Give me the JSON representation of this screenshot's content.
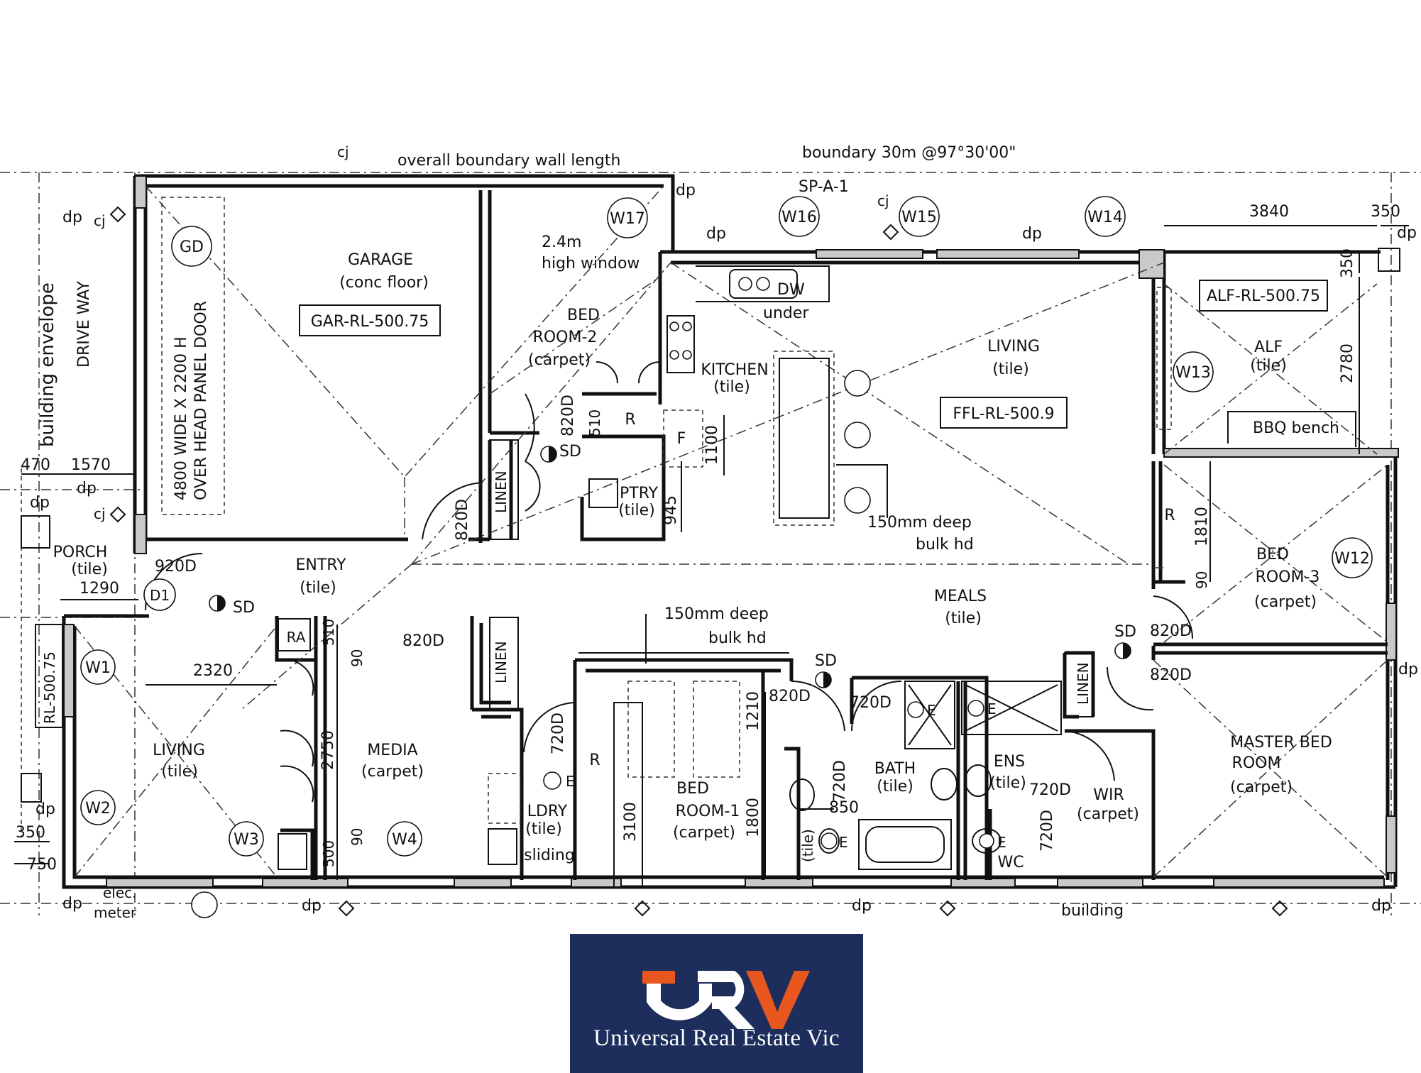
{
  "header": {
    "wall_note": "overall boundary wall length",
    "boundary_note": "boundary 30m @97°30'00\"",
    "sp_label": "SP-A-1",
    "window_note_1": "2.4m",
    "window_note_2": "high window",
    "dw_label": "DW",
    "dw_under": "under"
  },
  "rooms": {
    "garage": {
      "name": "GARAGE",
      "floor": "(conc floor)",
      "level": "GAR-RL-500.75"
    },
    "garage_door_1": "4800 WIDE X 2200 H",
    "garage_door_2": "OVER HEAD PANEL DOOR",
    "bed2": {
      "line1": "BED",
      "line2": "ROOM-2",
      "floor": "(carpet)"
    },
    "kitchen": {
      "name": "KITCHEN",
      "floor": "(tile)"
    },
    "living_main": {
      "name": "LIVING",
      "floor": "(tile)",
      "level": "FFL-RL-500.9"
    },
    "alf": {
      "name": "ALF",
      "floor": "(tile)",
      "level": "ALF-RL-500.75",
      "bench": "BBQ bench"
    },
    "ptry": {
      "name": "PTRY",
      "floor": "(tile)"
    },
    "porch": {
      "name": "PORCH",
      "floor": "(tile)"
    },
    "entry": {
      "name": "ENTRY",
      "floor": "(tile)"
    },
    "meals": {
      "name": "MEALS",
      "floor": "(tile)"
    },
    "bed3": {
      "line1": "BED",
      "line2": "ROOM-3",
      "floor": "(carpet)"
    },
    "living_front": {
      "name": "LIVING",
      "floor": "(tile)"
    },
    "media": {
      "name": "MEDIA",
      "floor": "(carpet)"
    },
    "ldry": {
      "name": "LDRY",
      "floor": "(tile)",
      "door": "sliding"
    },
    "bed1": {
      "line1": "BED",
      "line2": "ROOM-1",
      "floor": "(carpet)"
    },
    "bath": {
      "name": "BATH",
      "floor": "(tile)"
    },
    "ens": {
      "name": "ENS",
      "floor": "(tile)"
    },
    "wc": "WC",
    "wir": {
      "name": "WIR",
      "floor": "(carpet)"
    },
    "master": {
      "line1": "MASTER BED",
      "line2": "ROOM",
      "floor": "(carpet)"
    },
    "wc_floor": "(tile)"
  },
  "side_labels": {
    "drive": "DRIVE WAY",
    "envelope": "building envelope",
    "rl_left": "RL-500.75",
    "building_bottom": "building",
    "elec_1": "elec.",
    "elec_2": "meter"
  },
  "windows": [
    "W17",
    "W16",
    "W15",
    "W14",
    "W13",
    "W12",
    "W1",
    "W2",
    "W3",
    "W4",
    "GD",
    "D1"
  ],
  "codes": {
    "dp": "dp",
    "cj": "cj",
    "sd": "SD",
    "linen": "LINEN",
    "r": "R",
    "f": "F",
    "ra": "RA",
    "e": "E",
    "bulk1_a": "150mm deep",
    "bulk1_b": "bulk hd",
    "bulk2_a": "150mm deep",
    "bulk2_b": "bulk hd"
  },
  "dimensions": {
    "d3840": "3840",
    "d350a": "350",
    "d350b": "350",
    "d2780": "2780",
    "d470": "470",
    "d1570": "1570",
    "d1290": "1290",
    "d2320": "2320",
    "d2750": "2750",
    "d510a": "510",
    "d90a": "90",
    "d90b": "90",
    "d500": "500",
    "d1100": "1100",
    "d945": "945",
    "d510b": "510",
    "d1810": "1810",
    "d90c": "90",
    "d3100": "3100",
    "d1210": "1210",
    "d1800": "1800",
    "d850": "850",
    "d350c": "350",
    "d750": "750",
    "door_920": "920D",
    "door_820a": "820D",
    "door_820b": "820D",
    "door_820c": "820D",
    "door_820d": "820D",
    "door_820e": "820D",
    "door_820f": "820D",
    "door_720a": "720D",
    "door_720b": "720D",
    "door_720c": "720D",
    "door_720d": "720D",
    "door_720e": "720D"
  },
  "logo": {
    "name": "Universal Real Estate Vic",
    "mark": "URV",
    "colors": {
      "navy": "#1d2e5c",
      "orange": "#e8571e",
      "white": "#ffffff"
    }
  }
}
